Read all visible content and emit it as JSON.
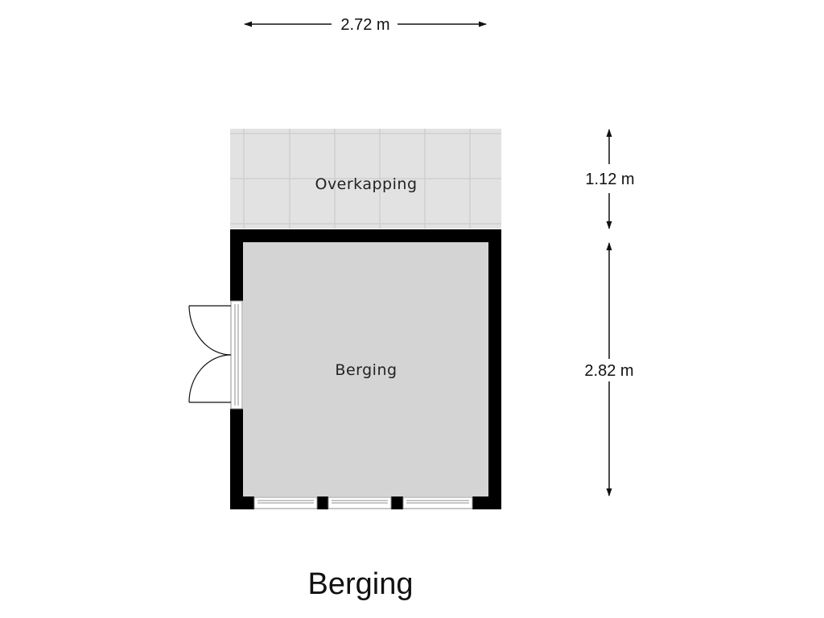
{
  "plan": {
    "title": "Berging",
    "rooms": {
      "covered": "Overkapping",
      "storage": "Berging"
    },
    "dimensions": {
      "width": "2.72 m",
      "covered_depth": "1.12 m",
      "storage_depth": "2.82 m"
    }
  },
  "colors": {
    "wall": "#000000",
    "room_fill": "#d4d4d4",
    "covered_fill": "#e2e2e2",
    "covered_grid": "#cfcfcf",
    "window_frame": "#9a9a9a",
    "background": "#ffffff"
  }
}
